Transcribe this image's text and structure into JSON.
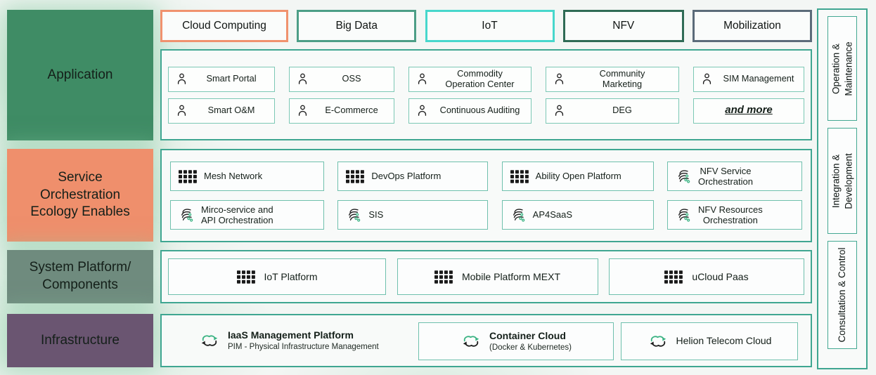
{
  "tabs": [
    {
      "label": "Cloud Computing",
      "border_color": "#F0926E"
    },
    {
      "label": "Big Data",
      "border_color": "#4C9E86"
    },
    {
      "label": "IoT",
      "border_color": "#47D7CC"
    },
    {
      "label": "NFV",
      "border_color": "#2F6B55"
    },
    {
      "label": "Mobilization",
      "border_color": "#5B6B79"
    }
  ],
  "layers": [
    {
      "label": "Application",
      "color": "#3F8C65"
    },
    {
      "label": "Service\nOrchestration\nEcology Enables",
      "color": "#EF8F6C"
    },
    {
      "label": "System Platform/\nComponents",
      "color": "#6F8B7E"
    },
    {
      "label": "Infrastructure",
      "color": "#6A5571"
    }
  ],
  "application": {
    "items": [
      {
        "icon": "person-icon",
        "label": "Smart Portal"
      },
      {
        "icon": "person-icon",
        "label": "OSS"
      },
      {
        "icon": "person-icon",
        "label": "Commodity\nOperation Center"
      },
      {
        "icon": "person-icon",
        "label": "Community\nMarketing"
      },
      {
        "icon": "person-icon",
        "label": "SIM Management"
      },
      {
        "icon": "person-icon",
        "label": "Smart O&M"
      },
      {
        "icon": "person-icon",
        "label": "E-Commerce"
      },
      {
        "icon": "person-icon",
        "label": "Continuous Auditing"
      },
      {
        "icon": "person-icon",
        "label": "DEG"
      },
      {
        "label": "and more",
        "style": "more"
      }
    ]
  },
  "service": {
    "items": [
      {
        "icon": "grid-icon",
        "label": "Mesh Network"
      },
      {
        "icon": "grid-icon",
        "label": "DevOps Platform"
      },
      {
        "icon": "grid-icon",
        "label": "Ability Open Platform"
      },
      {
        "icon": "orchestration-icon",
        "label": "NFV Service\nOrchestration"
      },
      {
        "icon": "orchestration-icon",
        "label": "Mirco-service and\nAPI Orchestration"
      },
      {
        "icon": "orchestration-icon",
        "label": "SIS"
      },
      {
        "icon": "orchestration-icon",
        "label": "AP4SaaS"
      },
      {
        "icon": "orchestration-icon",
        "label": "NFV Resources\nOrchestration"
      }
    ]
  },
  "system": {
    "items": [
      {
        "icon": "grid-icon",
        "label": "IoT Platform"
      },
      {
        "icon": "grid-icon",
        "label": "Mobile Platform MEXT"
      },
      {
        "icon": "grid-icon",
        "label": "uCloud Paas"
      }
    ]
  },
  "infrastructure": {
    "items": [
      {
        "icon": "cloud-cycle-icon",
        "label": "IaaS Management Platform",
        "sublabel": "PIM - Physical Infrastructure Management",
        "boxed": false,
        "bold": true
      },
      {
        "icon": "cloud-cycle-icon",
        "label": "Container Cloud",
        "sublabel": "(Docker & Kubernetes)",
        "boxed": true,
        "bold": true
      },
      {
        "icon": "cloud-cycle-icon",
        "label": "Helion Telecom Cloud",
        "boxed": true,
        "bold": false
      }
    ]
  },
  "sidebar": {
    "items": [
      {
        "label": "Operation &\nMaintenance"
      },
      {
        "label": "Integration &\nDevelopment"
      },
      {
        "label": "Consultation & Control"
      }
    ]
  },
  "colors": {
    "outer_border": "#3FA691",
    "item_border_light": "#7CC8B5",
    "item_border": "#6FC0AD",
    "icon_green": "#3BB383",
    "icon_dark": "#1E1E1E"
  }
}
